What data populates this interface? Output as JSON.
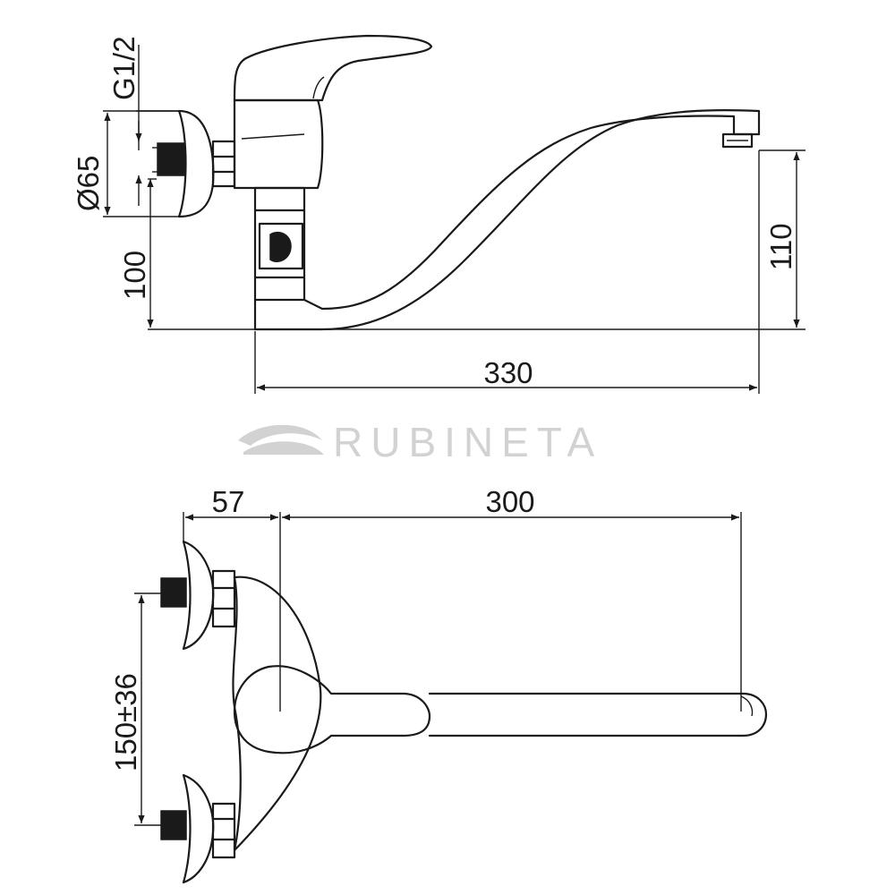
{
  "drawing": {
    "side_view": {
      "dim_thread": "G1/2",
      "dim_diameter": "Ø65",
      "dim_height": "100",
      "dim_spout_height": "110",
      "dim_length": "330"
    },
    "top_view": {
      "dim_offset": "57",
      "dim_spout_reach": "300",
      "dim_center_distance": "150±36"
    },
    "watermark": {
      "brand": "RUBINETA",
      "color": "#d2d2d2"
    },
    "line_color": "#1a1a1a"
  }
}
